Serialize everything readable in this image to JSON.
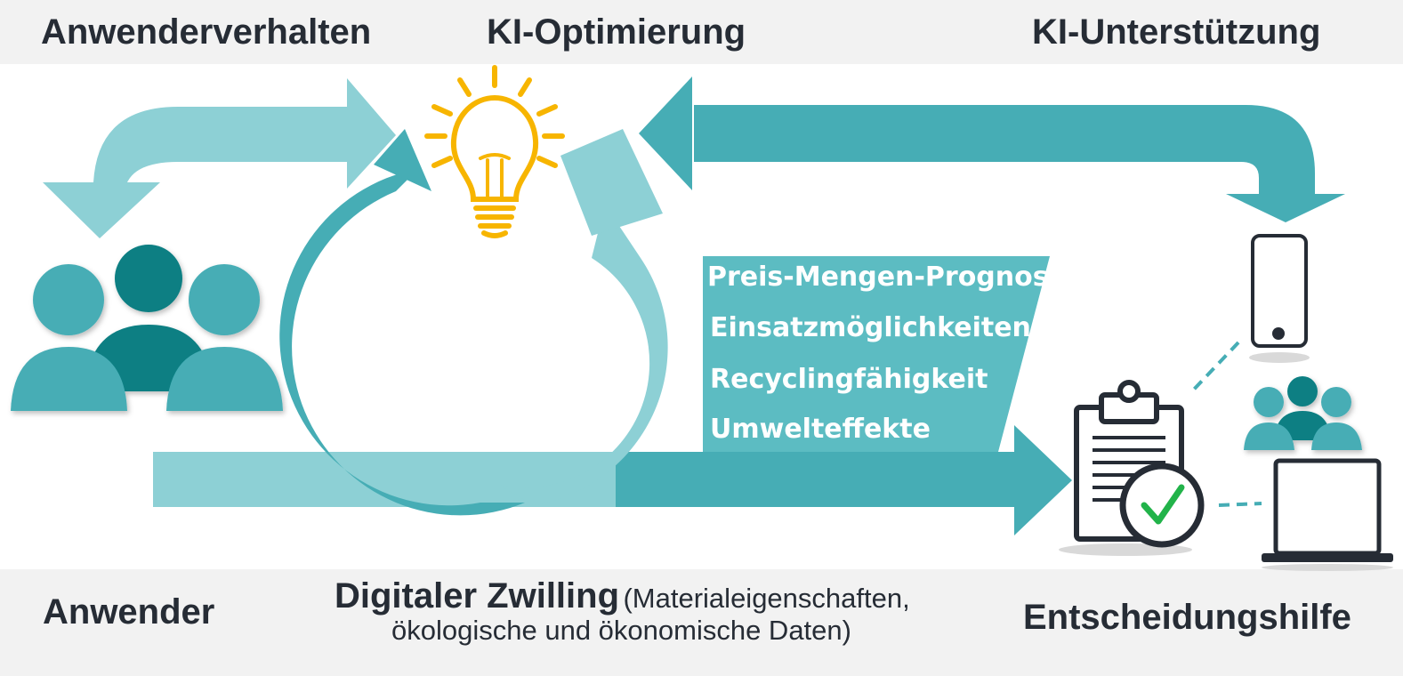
{
  "header": {
    "left": "Anwenderverhalten",
    "center": "KI-Optimierung",
    "right": "KI-Unterstützung"
  },
  "footer": {
    "left": "Anwender",
    "center_title": "Digitaler Zwilling",
    "center_paren_line1": "(Materialeigenschaften,",
    "center_paren_line2": "ökologische und ökonomische Daten)",
    "right": "Entscheidungshilfe"
  },
  "features": [
    "Preis-Mengen-Prognose",
    "Einsatzmöglichkeiten",
    "Recyclingfähigkeit",
    "Umwelteffekte"
  ],
  "icons": [
    "users-group-icon",
    "lightbulb-icon",
    "smartphone-icon",
    "users-small-icon",
    "clipboard-check-icon",
    "laptop-icon"
  ],
  "colors": {
    "light_teal": "#8dd0d5",
    "mid_teal": "#46adb5",
    "dark_teal": "#0b7f83",
    "bulb": "#f7b500",
    "check": "#22b34a",
    "text": "#262c35"
  }
}
